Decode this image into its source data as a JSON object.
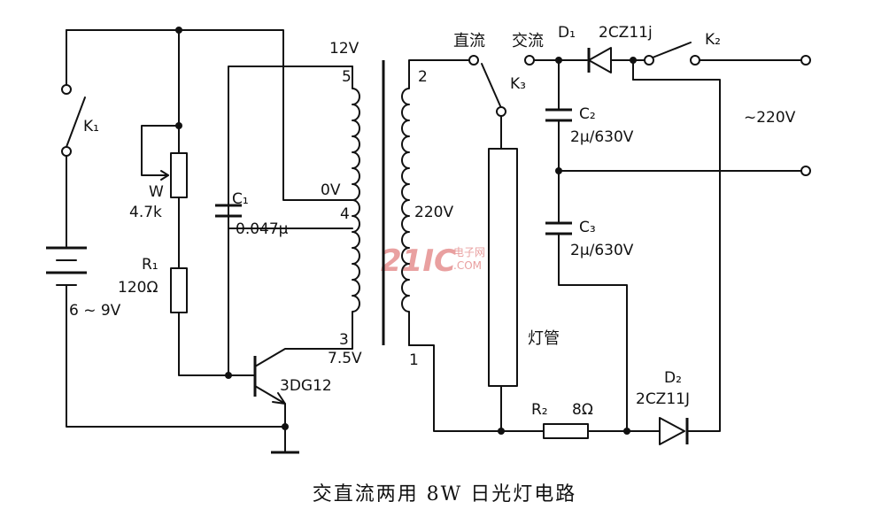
{
  "diagram": {
    "caption": "交直流两用 8W 日光灯电路",
    "watermark": {
      "main": "21IC",
      "sub_top": "电子网",
      "sub_bottom": ".COM"
    },
    "switches": {
      "k1": "K₁",
      "k2": "K₂",
      "k3": "K₃",
      "k3_dc": "直流",
      "k3_ac": "交流"
    },
    "battery": {
      "voltage": "6 ~ 9V"
    },
    "potentiometer": {
      "name": "W",
      "value": "4.7k"
    },
    "r1": {
      "name": "R₁",
      "value": "120Ω"
    },
    "c1": {
      "name": "C₁",
      "value": "0.047μ"
    },
    "transistor": {
      "model": "3DG12"
    },
    "transformer": {
      "pin5": "5",
      "pin5_voltage": "12V",
      "pin4": "4",
      "pin4_voltage": "0V",
      "pin3": "3",
      "pin3_voltage": "7.5V",
      "pin2": "2",
      "pin1": "1",
      "secondary_voltage": "220V"
    },
    "lamp": {
      "name": "灯管"
    },
    "d1": {
      "name": "D₁",
      "model": "2CZ11j"
    },
    "d2": {
      "name": "D₂",
      "model": "2CZ11J"
    },
    "c2": {
      "name": "C₂",
      "value": "2μ/630V"
    },
    "c3": {
      "name": "C₃",
      "value": "2μ/630V"
    },
    "r2": {
      "name": "R₂",
      "value": "8Ω"
    },
    "mains": {
      "voltage": "~220V"
    }
  }
}
